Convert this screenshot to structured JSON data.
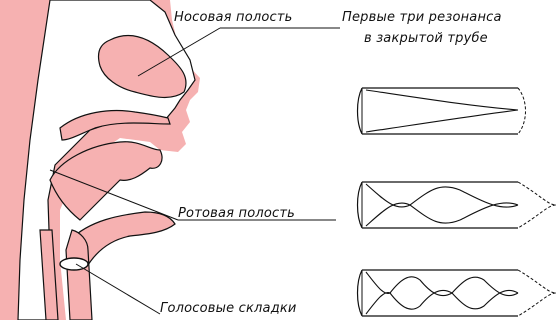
{
  "labels": {
    "nasal_cavity": "Носовая полость",
    "title_line1": "Первые три резонанса",
    "title_line2": "в закрытой трубе",
    "oral_cavity": "Ротовая полость",
    "vocal_folds": "Голосовые складки"
  },
  "resonances": [
    {
      "mode": 1,
      "quarter_waves": 1
    },
    {
      "mode": 2,
      "quarter_waves": 3
    },
    {
      "mode": 3,
      "quarter_waves": 5
    }
  ],
  "colors": {
    "tissue": "#f6b1b1",
    "outline": "#111111",
    "background": "#ffffff"
  }
}
